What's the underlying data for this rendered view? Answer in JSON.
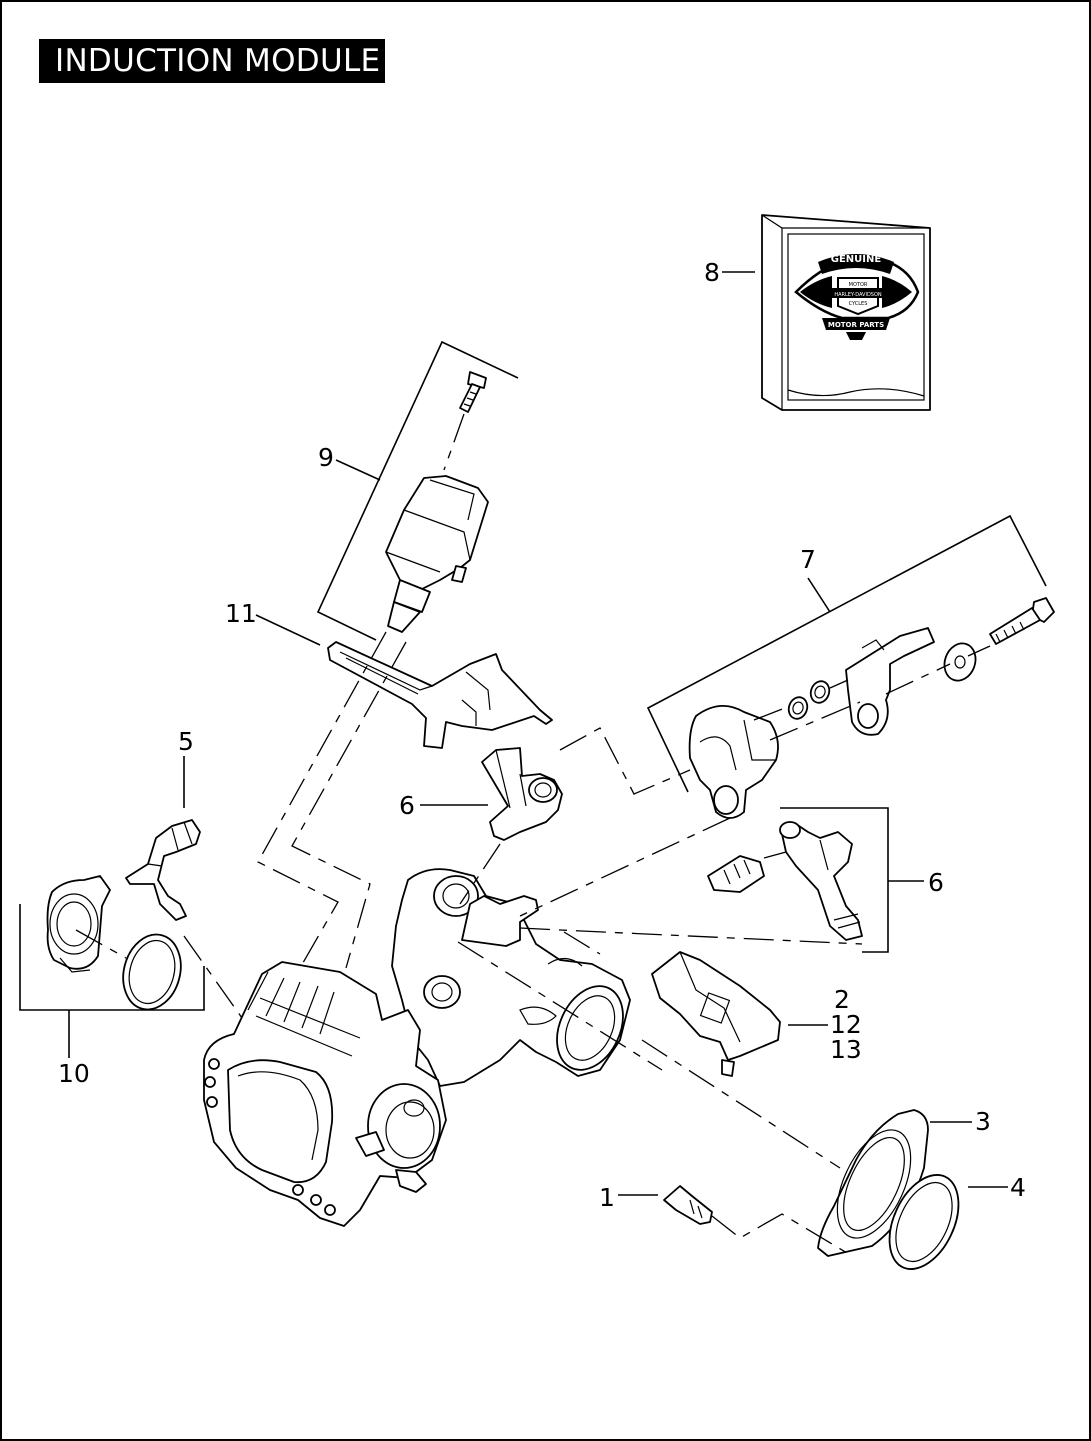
{
  "page": {
    "title": "INDUCTION MODULE"
  },
  "callouts": {
    "c1": "1",
    "c2": "2",
    "c3": "3",
    "c4": "4",
    "c5": "5",
    "c6a": "6",
    "c6b": "6",
    "c7": "7",
    "c8": "8",
    "c9": "9",
    "c10": "10",
    "c11": "11",
    "c12": "12",
    "c13": "13"
  },
  "logo": {
    "top_text": "GENUINE",
    "brand_text": "HARLEY-DAVIDSON",
    "small_top": "MOTOR",
    "small_bottom": "CYCLES",
    "bottom_text": "MOTOR PARTS"
  },
  "colors": {
    "ink": "#000000",
    "paper": "#ffffff"
  }
}
